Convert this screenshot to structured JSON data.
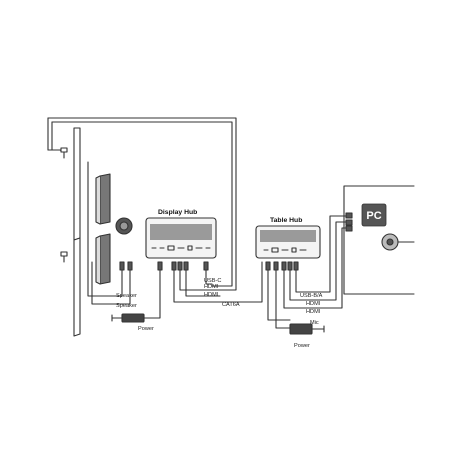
{
  "diagram": {
    "display_hub": {
      "title": "Display Hub"
    },
    "table_hub": {
      "title": "Table Hub"
    },
    "pc": {
      "label": "PC"
    },
    "cables": {
      "speaker_1": "Speaker",
      "speaker_2": "Speaker",
      "power_display": "Power",
      "usb_c": "USB-C",
      "hdmi_display_1": "HDMI",
      "hdmi_display_2": "HDMI",
      "cat6a": "CAT6A",
      "usb_b_a": "USB-B/A",
      "hdmi_table_1": "HDMI",
      "hdmi_table_2": "HDMI",
      "mic": "Mic",
      "power_table": "Power"
    },
    "colors": {
      "line": "#333333",
      "device_fill": "#f4f4f4",
      "hub_vent": "#9a9a9a",
      "pc_badge": "#555555",
      "speaker_fill": "#777777"
    }
  }
}
